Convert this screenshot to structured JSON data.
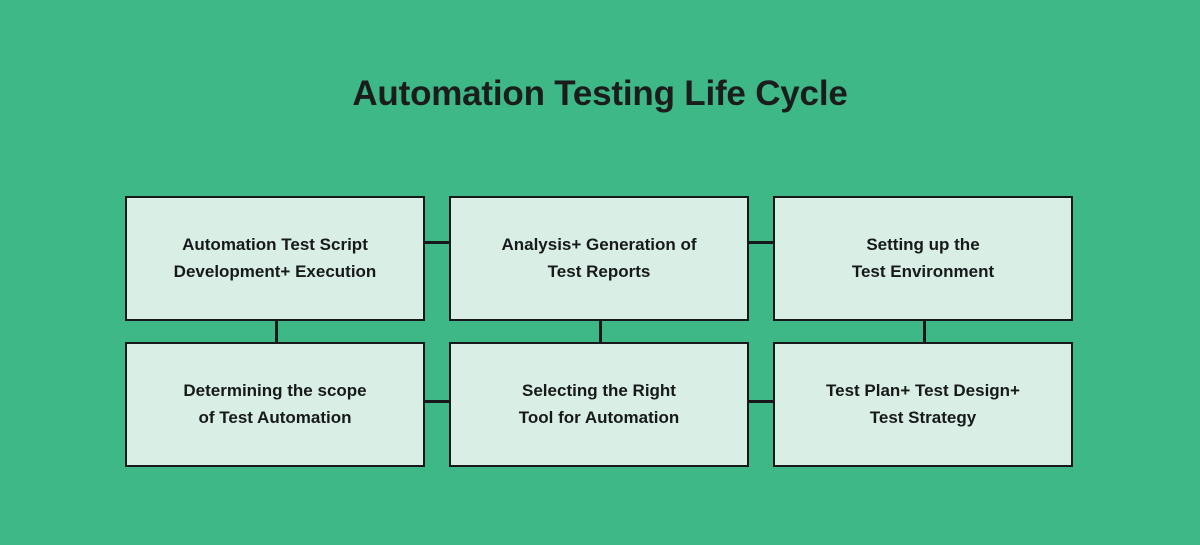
{
  "diagram": {
    "title": "Automation Testing Life Cycle",
    "colors": {
      "background": "#3FB888",
      "box_fill": "#D9EFE5",
      "box_border": "#16181A",
      "text": "#17191B",
      "connector": "#16181A"
    },
    "boxes": [
      {
        "id": "automation-test-script-development-execution",
        "label": "Automation Test Script\nDevelopment+ Execution",
        "row": 0,
        "col": 0
      },
      {
        "id": "analysis-generation-of-test-reports",
        "label": "Analysis+ Generation of\nTest Reports",
        "row": 0,
        "col": 1
      },
      {
        "id": "setting-up-the-test-environment",
        "label": "Setting up the\nTest Environment",
        "row": 0,
        "col": 2
      },
      {
        "id": "determining-the-scope-of-test-automation",
        "label": "Determining the scope\nof Test Automation",
        "row": 1,
        "col": 0
      },
      {
        "id": "selecting-the-right-tool-for-automation",
        "label": "Selecting the Right\nTool for Automation",
        "row": 1,
        "col": 1
      },
      {
        "id": "test-plan-test-design-test-strategy",
        "label": "Test Plan+ Test Design+\nTest Strategy",
        "row": 1,
        "col": 2
      }
    ],
    "connectors": [
      {
        "id": "connector-box1-box2",
        "orientation": "horizontal"
      },
      {
        "id": "connector-box2-box3",
        "orientation": "horizontal"
      },
      {
        "id": "connector-box1-box4",
        "orientation": "vertical"
      },
      {
        "id": "connector-box2-box5",
        "orientation": "vertical"
      },
      {
        "id": "connector-box3-box6",
        "orientation": "vertical"
      },
      {
        "id": "connector-box4-box5",
        "orientation": "horizontal"
      },
      {
        "id": "connector-box5-box6",
        "orientation": "horizontal"
      }
    ]
  }
}
